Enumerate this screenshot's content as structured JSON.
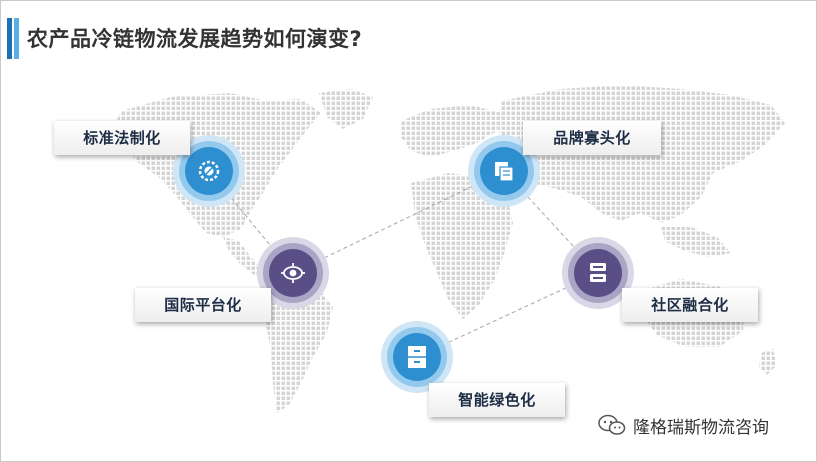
{
  "title": "农产品冷链物流发展趋势如何演变?",
  "nodes": [
    {
      "key": "standard",
      "label": "标准法制化",
      "icon": "gear-icon",
      "style": "blue"
    },
    {
      "key": "intl",
      "label": "国际平台化",
      "icon": "target-icon",
      "style": "purple"
    },
    {
      "key": "brand",
      "label": "品牌寡头化",
      "icon": "documents-icon",
      "style": "blue"
    },
    {
      "key": "community",
      "label": "社区融合化",
      "icon": "server-icon",
      "style": "purple"
    },
    {
      "key": "green",
      "label": "智能绿色化",
      "icon": "cabinet-icon",
      "style": "blue"
    }
  ],
  "watermark": {
    "text": "隆格瑞斯物流咨询",
    "icon": "wechat-icon"
  },
  "colors": {
    "accent_blue": "#2e8fd0",
    "accent_purple": "#5a4e86",
    "title_bar": "#1f6fb5",
    "label_text": "#1d2d45"
  }
}
